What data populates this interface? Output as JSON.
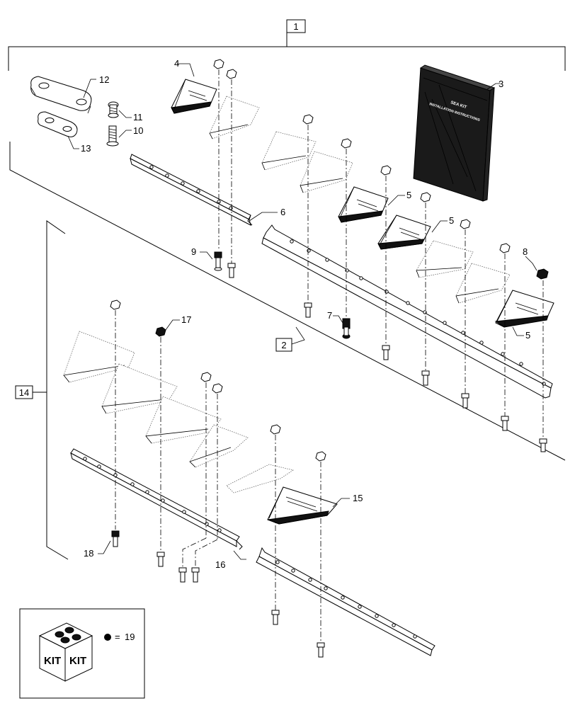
{
  "callouts": {
    "c1": "1",
    "c2": "2",
    "c3": "3",
    "c4": "4",
    "c5a": "5",
    "c5b": "5",
    "c5c": "5",
    "c6": "6",
    "c7": "7",
    "c8": "8",
    "c9": "9",
    "c10": "10",
    "c11": "11",
    "c12": "12",
    "c13": "13",
    "c14": "14",
    "c15": "15",
    "c16": "16",
    "c17": "17",
    "c18": "18"
  },
  "legend": {
    "kit_text_left": "KIT",
    "kit_text_right": "KIT",
    "equals": "=",
    "ref": "19"
  },
  "manual": {
    "line1": "SEA KIT",
    "line2": "INSTALLATION INSTRUCTIONS"
  }
}
